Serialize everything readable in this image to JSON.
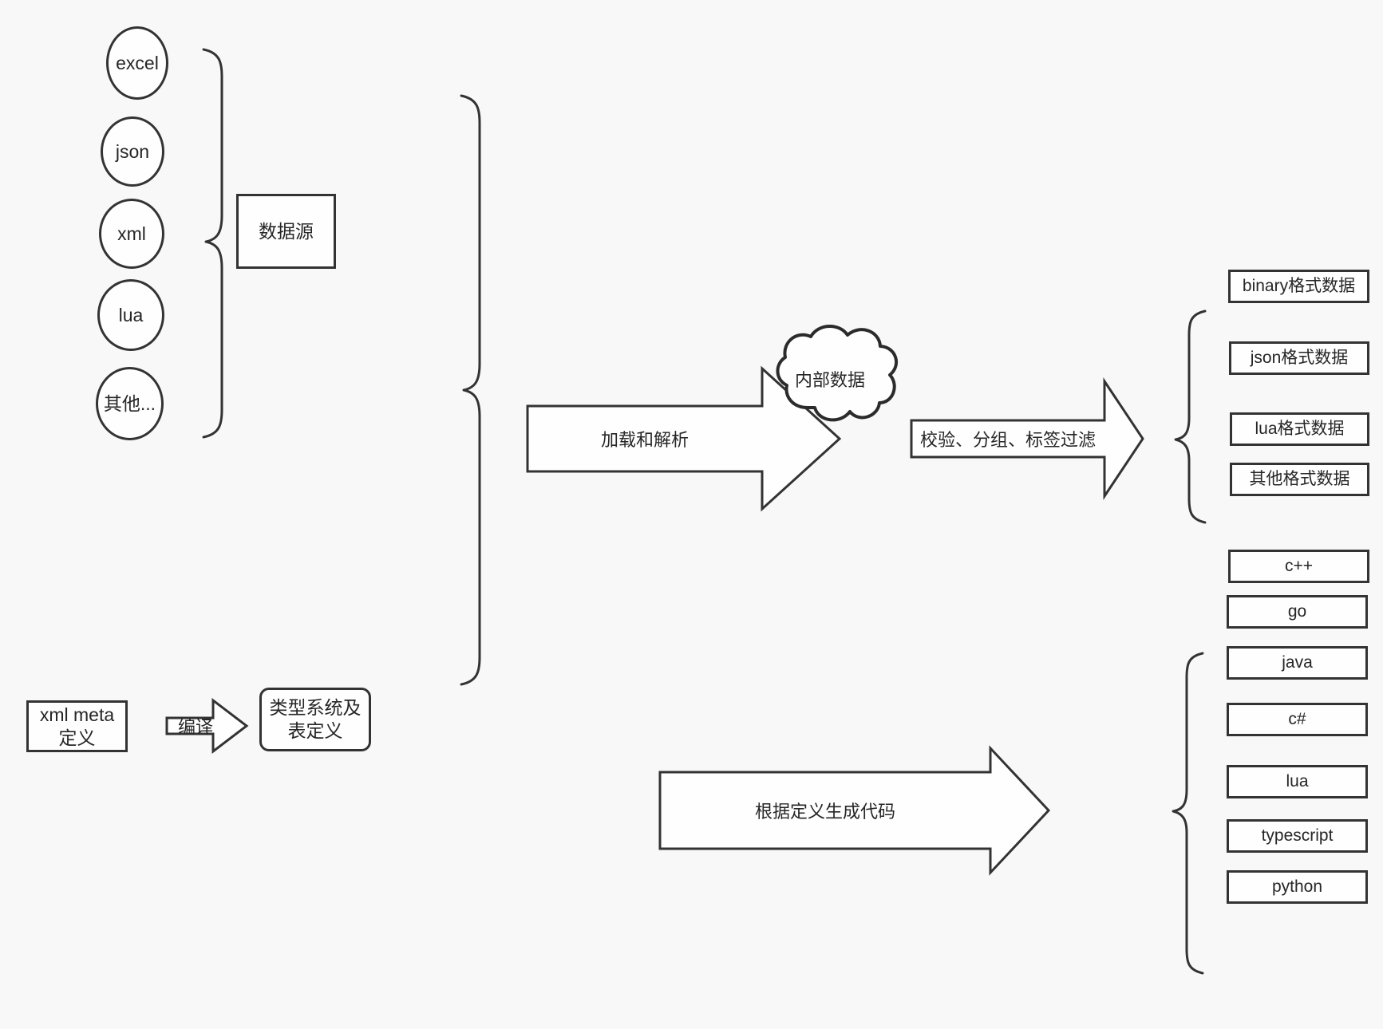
{
  "diagram": {
    "title": "data pipeline diagram",
    "background_color": "#f8f8f8",
    "stroke_color": "#333333",
    "fill_color": "#fefefe",
    "sources": [
      {
        "label": "excel"
      },
      {
        "label": "json"
      },
      {
        "label": "xml"
      },
      {
        "label": "lua"
      },
      {
        "label": "其他..."
      }
    ],
    "source_group_box": {
      "label": "数据源"
    },
    "meta_definition_box": {
      "label": "xml meta定义"
    },
    "compile_arrow": {
      "label": "编译"
    },
    "type_system_box": {
      "label": "类型系统及表定义"
    },
    "load_parse_arrow": {
      "label": "加载和解析"
    },
    "internal_data_cloud": {
      "label": "内部数据"
    },
    "filter_arrow": {
      "label": "校验、分组、标签过滤"
    },
    "generate_code_arrow": {
      "label": "根据定义生成代码"
    },
    "output_formats": [
      {
        "label": "binary格式数据"
      },
      {
        "label": "json格式数据"
      },
      {
        "label": "lua格式数据"
      },
      {
        "label": "其他格式数据"
      }
    ],
    "output_languages": [
      {
        "label": "c++"
      },
      {
        "label": "go"
      },
      {
        "label": "java"
      },
      {
        "label": "c#"
      },
      {
        "label": "lua"
      },
      {
        "label": "typescript"
      },
      {
        "label": "python"
      }
    ]
  }
}
